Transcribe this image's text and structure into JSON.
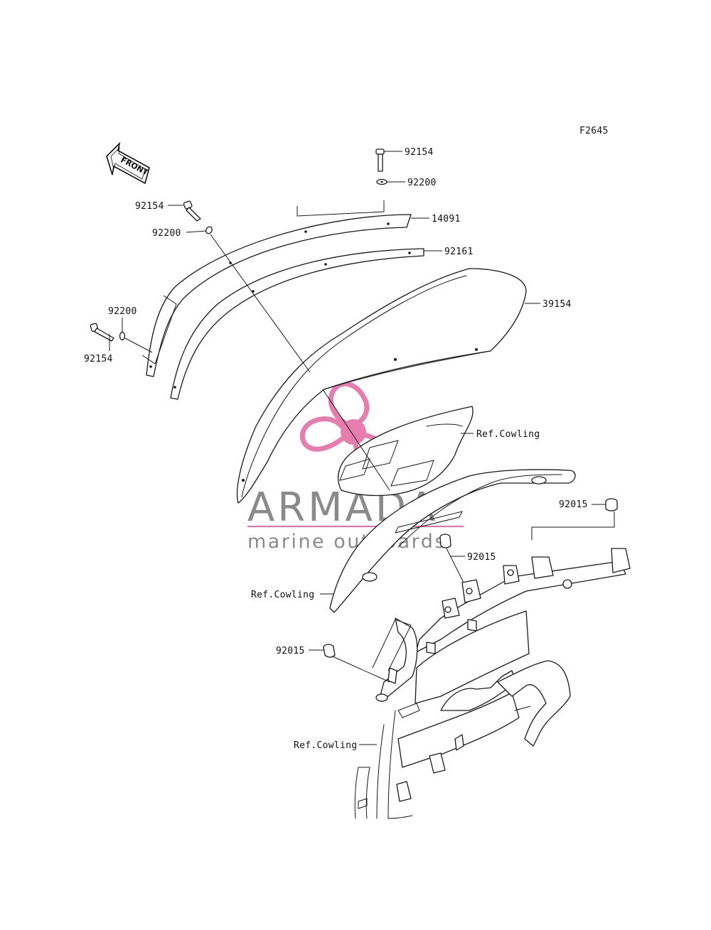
{
  "figure_code": "F2645",
  "front_arrow": "FRONT",
  "callouts": {
    "c92154_top": "92154",
    "c92200_top": "92200",
    "c14091": "14091",
    "c92161": "92161",
    "c39154": "39154",
    "c92154_left": "92154",
    "c92200_left": "92200",
    "c92200_lower": "92200",
    "c92154_lower": "92154",
    "ref_cowling_1": "Ref.Cowling",
    "ref_cowling_2": "Ref.Cowling",
    "ref_cowling_3": "Ref.Cowling",
    "c92015_right": "92015",
    "c92015_mid": "92015",
    "c92015_left": "92015"
  },
  "watermark": {
    "brand": "ARMADA",
    "tagline": "marine outboards",
    "colors": {
      "text": "#8a8a8a",
      "logo": "#e56fa6",
      "logo_light": "#f3b7d1"
    }
  }
}
